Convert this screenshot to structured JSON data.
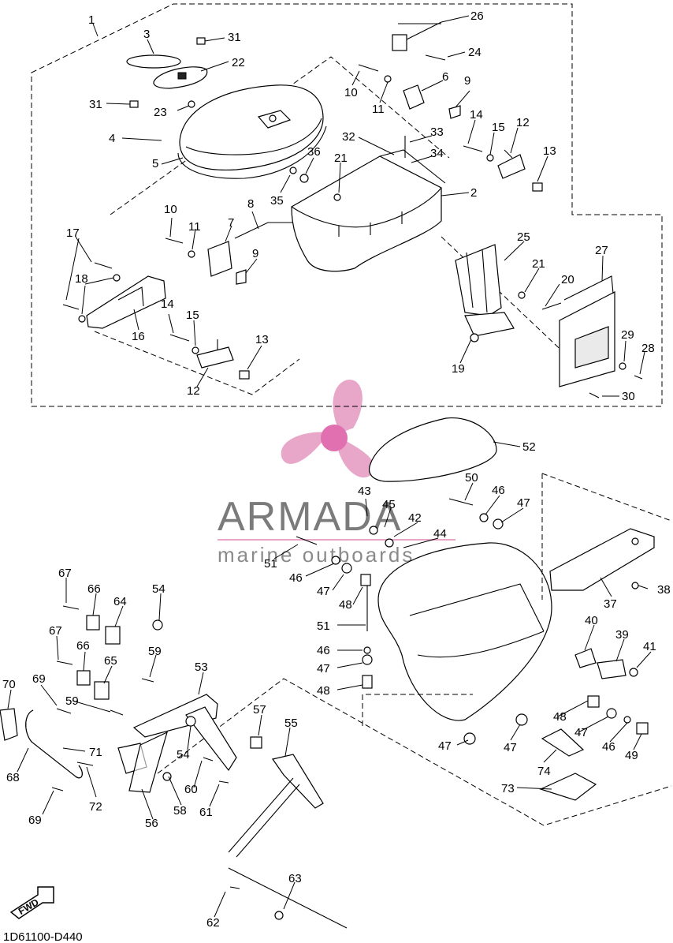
{
  "watermark": {
    "brand": "ARMADA",
    "tagline": "marine outboards",
    "logo_color": "#e8a6c8",
    "logo_center_color": "#e070b0",
    "text_color": "#7b7b7b"
  },
  "diagram_code": "1D61100-D440",
  "direction_marker": "FWD",
  "callouts": [
    {
      "id": "c1",
      "text": "1"
    },
    {
      "id": "c3",
      "text": "3"
    },
    {
      "id": "c31a",
      "text": "31"
    },
    {
      "id": "c22",
      "text": "22"
    },
    {
      "id": "c31b",
      "text": "31"
    },
    {
      "id": "c23",
      "text": "23"
    },
    {
      "id": "c4",
      "text": "4"
    },
    {
      "id": "c5",
      "text": "5"
    },
    {
      "id": "c26",
      "text": "26"
    },
    {
      "id": "c24",
      "text": "24"
    },
    {
      "id": "c10a",
      "text": "10"
    },
    {
      "id": "c11a",
      "text": "11"
    },
    {
      "id": "c6",
      "text": "6"
    },
    {
      "id": "c9a",
      "text": "9"
    },
    {
      "id": "c14a",
      "text": "14"
    },
    {
      "id": "c15a",
      "text": "15"
    },
    {
      "id": "c12a",
      "text": "12"
    },
    {
      "id": "c13a",
      "text": "13"
    },
    {
      "id": "c32",
      "text": "32"
    },
    {
      "id": "c33",
      "text": "33"
    },
    {
      "id": "c34",
      "text": "34"
    },
    {
      "id": "c36",
      "text": "36"
    },
    {
      "id": "c21a",
      "text": "21"
    },
    {
      "id": "c35",
      "text": "35"
    },
    {
      "id": "c2",
      "text": "2"
    },
    {
      "id": "c10b",
      "text": "10"
    },
    {
      "id": "c11b",
      "text": "11"
    },
    {
      "id": "c7",
      "text": "7"
    },
    {
      "id": "c8",
      "text": "8"
    },
    {
      "id": "c9b",
      "text": "9"
    },
    {
      "id": "c17",
      "text": "17"
    },
    {
      "id": "c18",
      "text": "18"
    },
    {
      "id": "c16",
      "text": "16"
    },
    {
      "id": "c14b",
      "text": "14"
    },
    {
      "id": "c15b",
      "text": "15"
    },
    {
      "id": "c13b",
      "text": "13"
    },
    {
      "id": "c12b",
      "text": "12"
    },
    {
      "id": "c25",
      "text": "25"
    },
    {
      "id": "c27",
      "text": "27"
    },
    {
      "id": "c21b",
      "text": "21"
    },
    {
      "id": "c20",
      "text": "20"
    },
    {
      "id": "c29",
      "text": "29"
    },
    {
      "id": "c28",
      "text": "28"
    },
    {
      "id": "c19",
      "text": "19"
    },
    {
      "id": "c30",
      "text": "30"
    },
    {
      "id": "c52",
      "text": "52"
    },
    {
      "id": "c50",
      "text": "50"
    },
    {
      "id": "c46a",
      "text": "46"
    },
    {
      "id": "c47a",
      "text": "47"
    },
    {
      "id": "c43",
      "text": "43"
    },
    {
      "id": "c45",
      "text": "45"
    },
    {
      "id": "c42",
      "text": "42"
    },
    {
      "id": "c44",
      "text": "44"
    },
    {
      "id": "c51a",
      "text": "51"
    },
    {
      "id": "c46b",
      "text": "46"
    },
    {
      "id": "c47b",
      "text": "47"
    },
    {
      "id": "c48a",
      "text": "48"
    },
    {
      "id": "c38",
      "text": "38"
    },
    {
      "id": "c37",
      "text": "37"
    },
    {
      "id": "c67a",
      "text": "67"
    },
    {
      "id": "c66a",
      "text": "66"
    },
    {
      "id": "c64",
      "text": "64"
    },
    {
      "id": "c54a",
      "text": "54"
    },
    {
      "id": "c51b",
      "text": "51"
    },
    {
      "id": "c46c",
      "text": "46"
    },
    {
      "id": "c47c",
      "text": "47"
    },
    {
      "id": "c48b",
      "text": "48"
    },
    {
      "id": "c40",
      "text": "40"
    },
    {
      "id": "c39",
      "text": "39"
    },
    {
      "id": "c41",
      "text": "41"
    },
    {
      "id": "c67b",
      "text": "67"
    },
    {
      "id": "c66b",
      "text": "66"
    },
    {
      "id": "c65",
      "text": "65"
    },
    {
      "id": "c59a",
      "text": "59"
    },
    {
      "id": "c53",
      "text": "53"
    },
    {
      "id": "c70",
      "text": "70"
    },
    {
      "id": "c69a",
      "text": "69"
    },
    {
      "id": "c59b",
      "text": "59"
    },
    {
      "id": "c57",
      "text": "57"
    },
    {
      "id": "c55",
      "text": "55"
    },
    {
      "id": "c48c",
      "text": "48"
    },
    {
      "id": "c47d",
      "text": "47"
    },
    {
      "id": "c46d",
      "text": "46"
    },
    {
      "id": "c49",
      "text": "49"
    },
    {
      "id": "c71",
      "text": "71"
    },
    {
      "id": "c54b",
      "text": "54"
    },
    {
      "id": "c47e",
      "text": "47"
    },
    {
      "id": "c47f",
      "text": "47"
    },
    {
      "id": "c68",
      "text": "68"
    },
    {
      "id": "c72",
      "text": "72"
    },
    {
      "id": "c60",
      "text": "60"
    },
    {
      "id": "c58",
      "text": "58"
    },
    {
      "id": "c61",
      "text": "61"
    },
    {
      "id": "c74",
      "text": "74"
    },
    {
      "id": "c73",
      "text": "73"
    },
    {
      "id": "c69b",
      "text": "69"
    },
    {
      "id": "c56",
      "text": "56"
    },
    {
      "id": "c63",
      "text": "63"
    },
    {
      "id": "c62",
      "text": "62"
    }
  ]
}
